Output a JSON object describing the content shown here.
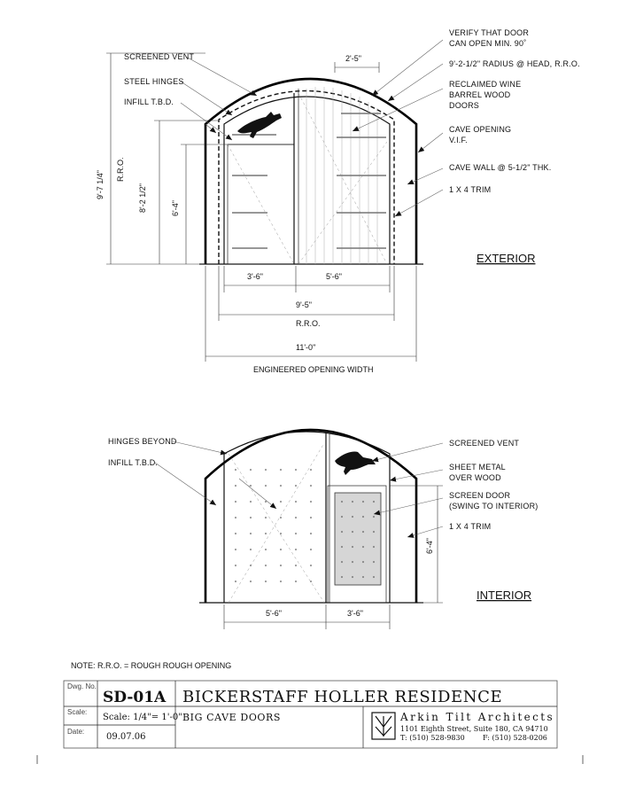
{
  "exterior": {
    "title": "EXTERIOR",
    "callouts": {
      "screened_vent": "SCREENED VENT",
      "steel_hinges": "STEEL HINGES",
      "infill": "INFILL T.B.D.",
      "verify_1": "VERIFY THAT DOOR",
      "verify_2": "CAN OPEN MIN. 90˚",
      "radius": "9'-2-1/2\" RADIUS @ HEAD, R.R.O.",
      "reclaimed_1": "RECLAIMED WINE",
      "reclaimed_2": "BARREL WOOD",
      "reclaimed_3": "DOORS",
      "cave_opening_1": "CAVE OPENING",
      "cave_opening_2": "V.I.F.",
      "cave_wall": "CAVE WALL @ 5-1/2\" THK.",
      "trim": "1 X 4 TRIM"
    },
    "dims": {
      "top": "2'-5\"",
      "overall_height": "9'-7 1/4\"",
      "rro_vertical": "R.R.O.",
      "opening_height": "8'-2 1/2\"",
      "door_height": "6'-4\"",
      "left_door": "3'-6\"",
      "right_door": "5'-6\"",
      "rro_width": "9'-5\"",
      "rro_label": "R.R.O.",
      "engineered_width": "11'-0\"",
      "engineered_label": "ENGINEERED OPENING WIDTH"
    }
  },
  "interior": {
    "title": "INTERIOR",
    "callouts": {
      "hinges_beyond": "HINGES BEYOND",
      "infill": "INFILL T.B.D.",
      "screened_vent": "SCREENED VENT",
      "sheet_metal_1": "SHEET METAL",
      "sheet_metal_2": "OVER WOOD",
      "screen_door_1": "SCREEN DOOR",
      "screen_door_2": "(SWING TO INTERIOR)",
      "trim": "1 X 4 TRIM"
    },
    "dims": {
      "left_door": "5'-6\"",
      "right_door": "3'-6\"",
      "door_height": "6'-4\""
    }
  },
  "note": "NOTE: R.R.O. = ROUGH ROUGH OPENING",
  "title_block": {
    "dwg_no_label": "Dwg. No.",
    "dwg_no": "SD-01A",
    "project": "BICKERSTAFF HOLLER RESIDENCE",
    "scale_label": "Scale:",
    "scale": "Scale: 1/4\"= 1'-0\"",
    "sheet_title": "BIG CAVE DOORS",
    "date_label": "Date:",
    "date": "09.07.06",
    "firm": "Arkin Tilt Architects",
    "address": "1101 Eighth Street, Suite 180,  CA 94710",
    "phone": "T: (510) 528-9830",
    "fax": "F: (510) 528-0206"
  }
}
